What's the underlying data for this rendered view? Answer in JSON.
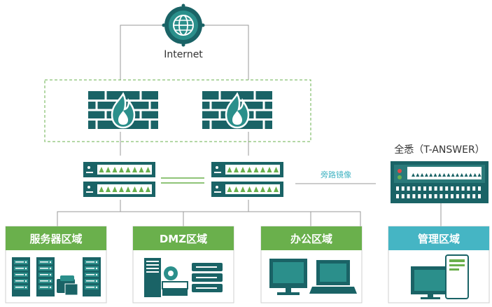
{
  "internet": {
    "label": "Internet",
    "icon": "globe-icon"
  },
  "firewalls": [
    {
      "icon": "firewall-icon"
    },
    {
      "icon": "firewall-icon"
    }
  ],
  "switches": {
    "icon": "switch-icon"
  },
  "mirror": {
    "label": "旁路镜像"
  },
  "tanswer": {
    "label": "全悉（T-ANSWER）",
    "icon": "appliance-icon"
  },
  "zones": [
    {
      "label": "服务器区域",
      "icon": "servers-icon",
      "color": "#6ab04c"
    },
    {
      "label": "DMZ区域",
      "icon": "dmz-servers-icon",
      "color": "#6ab04c"
    },
    {
      "label": "办公区域",
      "icon": "monitors-icon",
      "color": "#6ab04c"
    },
    {
      "label": "管理区域",
      "icon": "workstation-icon",
      "color": "#45b5c4"
    }
  ],
  "colors": {
    "teal": "#1a6366",
    "green": "#6ab04c",
    "cyan": "#45b5c4",
    "line": "#9a9a9a"
  }
}
